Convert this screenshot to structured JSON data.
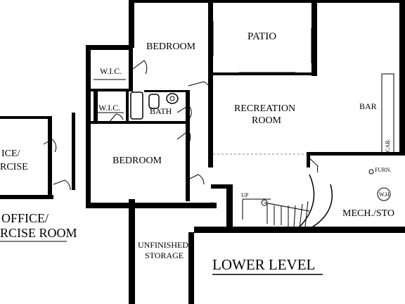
{
  "rooms": {
    "bedroom_upper": "BEDROOM",
    "patio": "PATIO",
    "wic_upper": "W.I.C.",
    "wic_lower": "W.I.C.",
    "bath": "BATH",
    "recreation_line1": "RECREATION",
    "recreation_line2": "ROOM",
    "bar": "BAR",
    "cab": "CAB.",
    "furn": "FURN.",
    "wh": "W.H.",
    "office_partial_line1": "ICE/",
    "office_partial_line2": "RCISE",
    "bedroom_lower": "BEDROOM",
    "up": "UP",
    "mech": "MECH./STO",
    "office_label_line1": "OFFICE/",
    "office_label_line2": "RCISE ROOM",
    "storage_line1": "UNFINISHED",
    "storage_line2": "STORAGE"
  },
  "title": "LOWER LEVEL"
}
